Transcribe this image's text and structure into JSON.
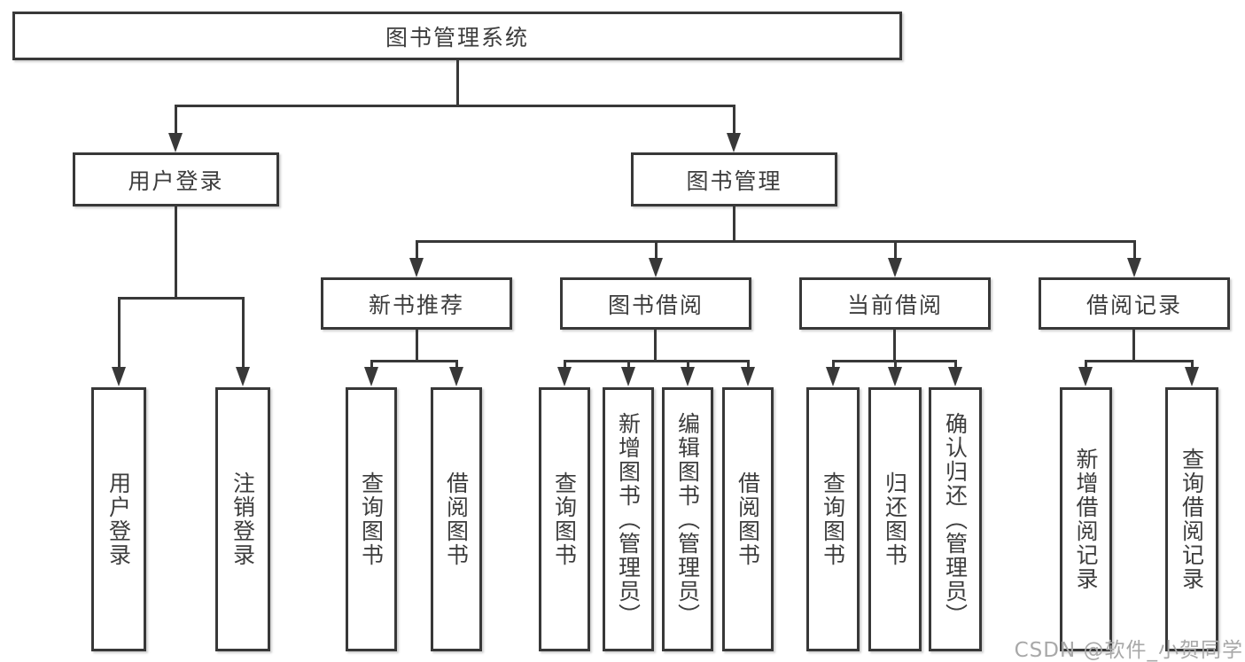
{
  "diagram": {
    "root": "图书管理系统",
    "level2": [
      "用户登录",
      "图书管理"
    ],
    "level3": [
      "新书推荐",
      "图书借阅",
      "当前借阅",
      "借阅记录"
    ],
    "leaves": {
      "user_login": [
        "用户登录",
        "注销登录"
      ],
      "new_books": [
        "查询图书",
        "借阅图书"
      ],
      "borrowing": [
        "查询图书",
        "新增图书（管理员）",
        "编辑图书（管理员）",
        "借阅图书"
      ],
      "current": [
        "查询图书",
        "归还图书",
        "确认归还（管理员）"
      ],
      "records": [
        "新增借阅记录",
        "查询借阅记录"
      ]
    }
  },
  "watermark": "CSDN @软件_小贺同学",
  "colors": {
    "line": "#383838",
    "text": "#3d3d3d",
    "watermark": "#a8a8a8",
    "background": "#ffffff"
  }
}
